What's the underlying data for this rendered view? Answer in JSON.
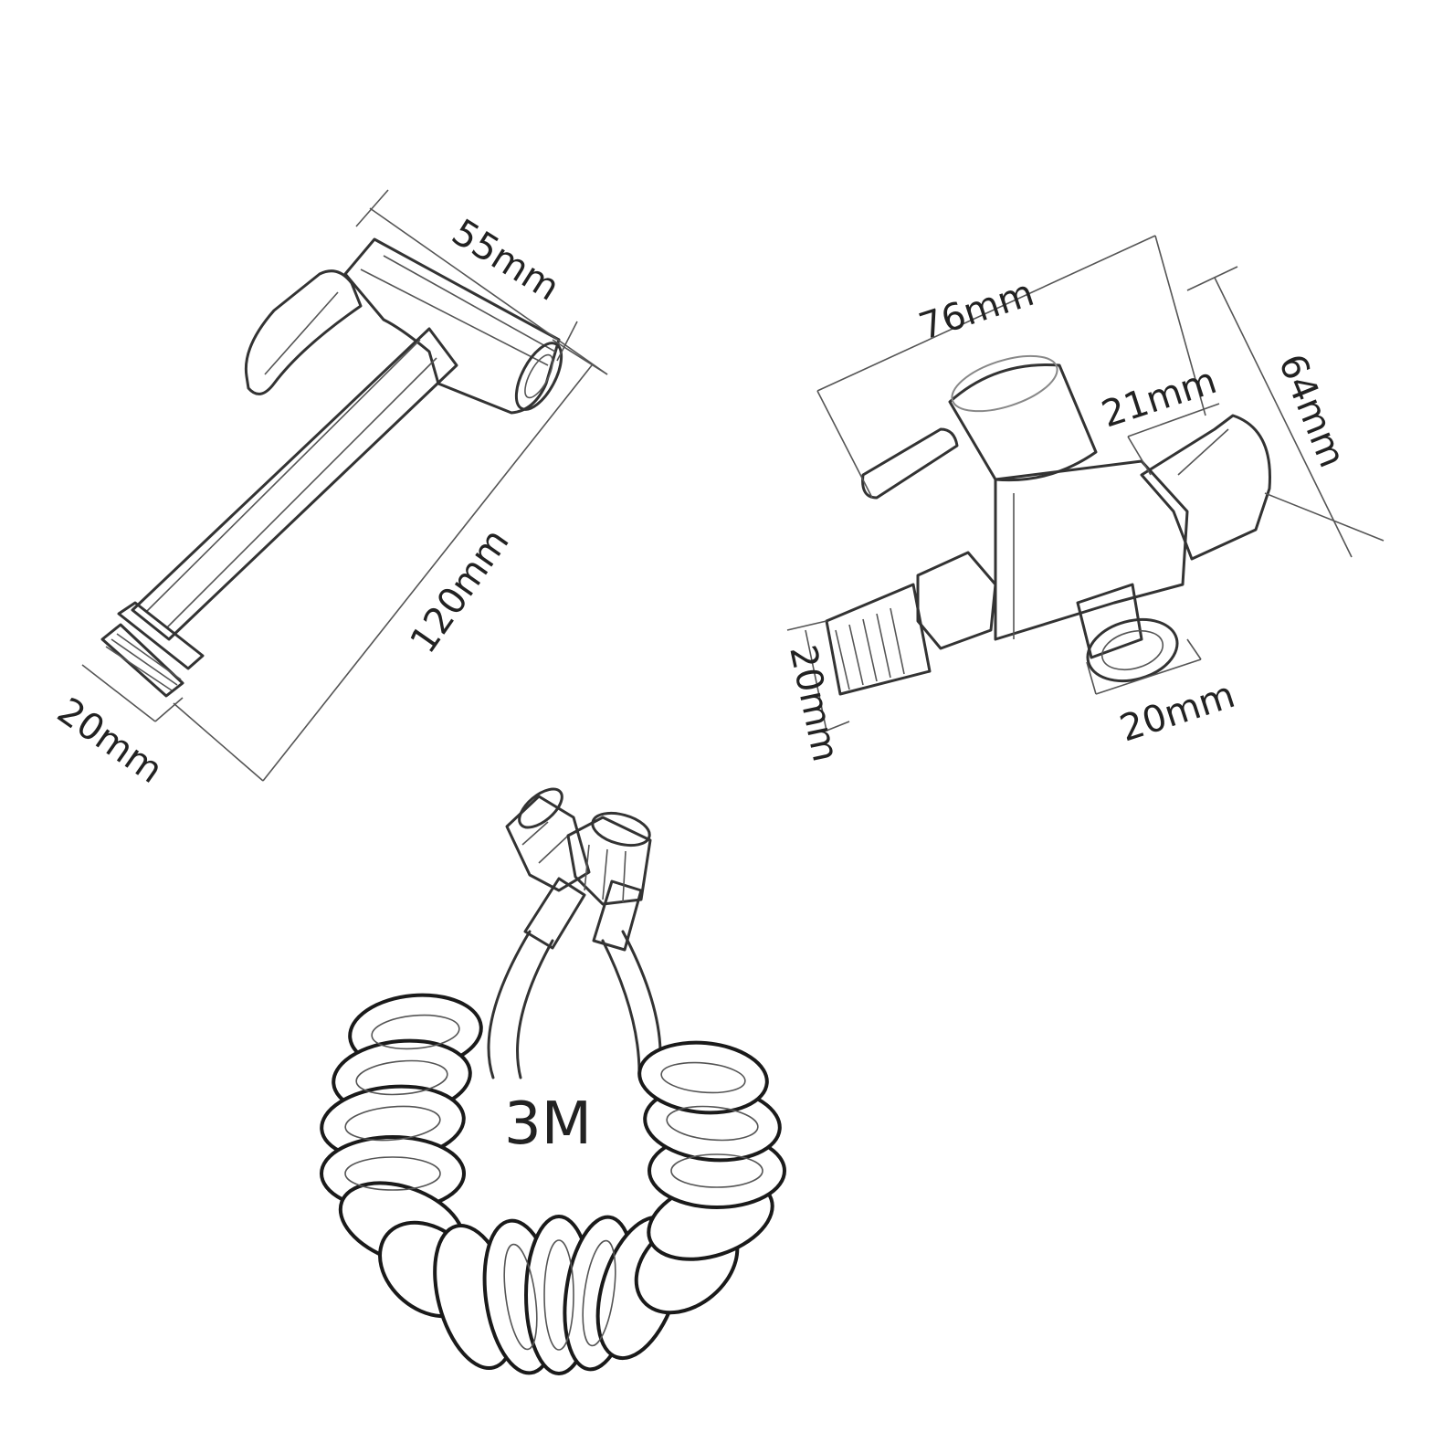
{
  "sprayer": {
    "width_label": "55mm",
    "length_label": "120mm",
    "thread_label": "20mm"
  },
  "valve": {
    "width_label": "76mm",
    "height_label": "64mm",
    "outlet_label": "21mm",
    "inlet_label": "20mm",
    "bottom_outlet_label": "20mm"
  },
  "hose": {
    "length_label": "3M"
  }
}
